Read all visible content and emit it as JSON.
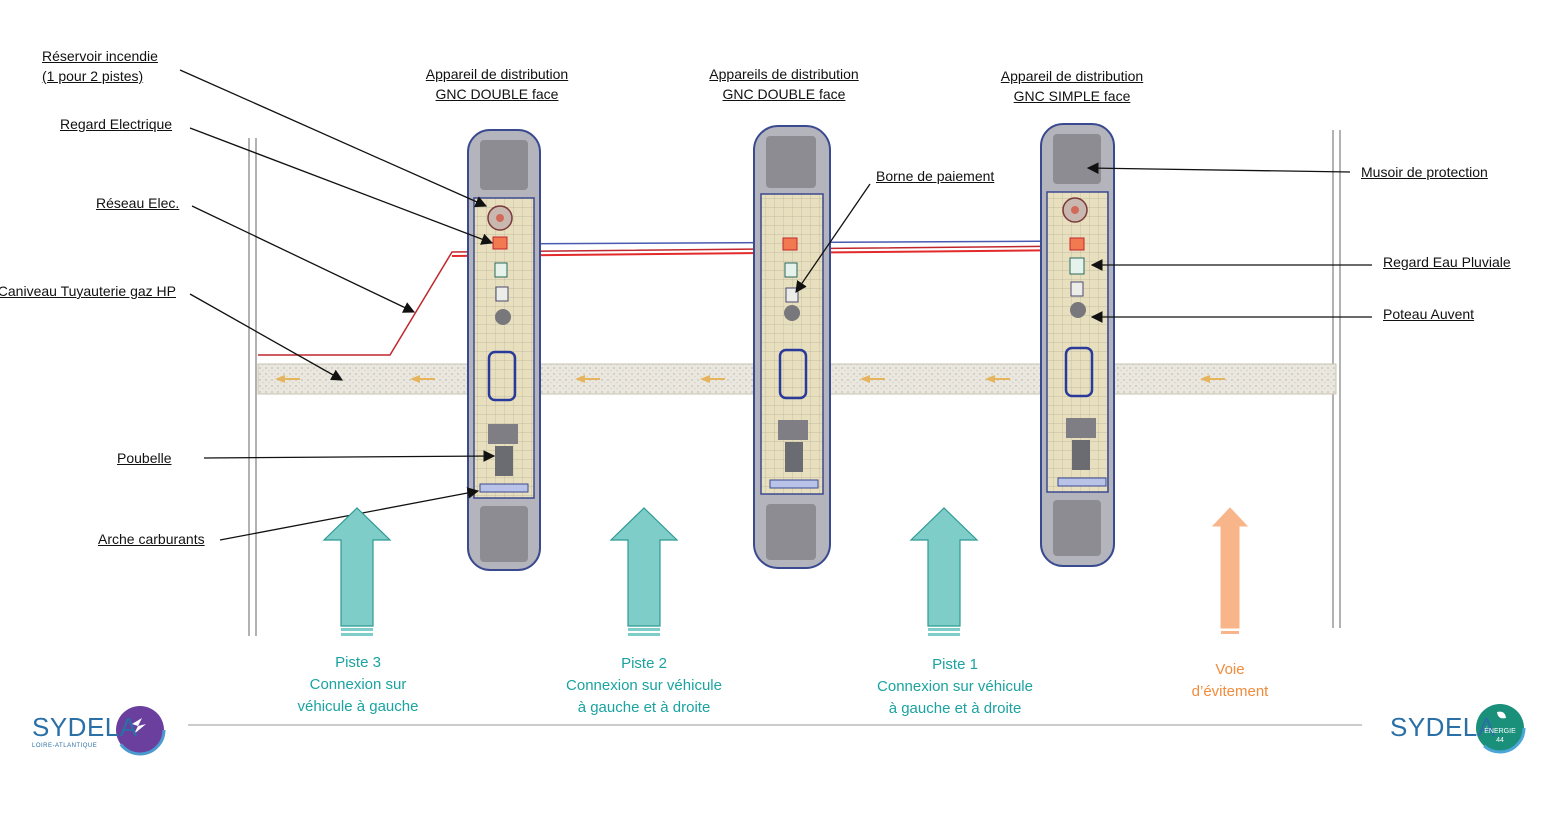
{
  "callouts_left": [
    {
      "text_line1": "Réservoir incendie",
      "text_line2": "(1 pour 2 pistes)"
    },
    {
      "text": "Regard Electrique"
    },
    {
      "text": "Réseau Elec."
    },
    {
      "text": "Caniveau Tuyauterie gaz HP"
    },
    {
      "text": "Poubelle"
    },
    {
      "text": "Arche carburants"
    }
  ],
  "callouts_right": [
    {
      "text": "Borne de paiement"
    },
    {
      "text": "Musoir de protection"
    },
    {
      "text": "Regard Eau Pluviale"
    },
    {
      "text": "Poteau Auvent"
    }
  ],
  "dispensers": [
    {
      "line1": "Appareil de distribution",
      "line2": "GNC DOUBLE face"
    },
    {
      "line1": "Appareils de distribution",
      "line2": "GNC DOUBLE face"
    },
    {
      "line1": "Appareil de distribution",
      "line2": "GNC SIMPLE face"
    }
  ],
  "lanes": [
    {
      "line1": "Piste 3",
      "line2": "Connexion sur",
      "line3": "véhicule à gauche",
      "color": "#1aa3a0"
    },
    {
      "line1": "Piste 2",
      "line2": "Connexion sur véhicule",
      "line3": "à gauche et à droite",
      "color": "#1aa3a0"
    },
    {
      "line1": "Piste 1",
      "line2": "Connexion sur véhicule",
      "line3": "à gauche et à droite",
      "color": "#1aa3a0"
    },
    {
      "line1": "Voie",
      "line2": "d’évitement",
      "color": "#f08c3c"
    }
  ],
  "logos": {
    "left": {
      "word": "SYDELA",
      "sub": "LOIRE-ATLANTIQUE"
    },
    "right": {
      "word": "SYDELA",
      "badge_line1": "ÉNERGIE",
      "badge_line2": "44"
    }
  },
  "colors": {
    "teal_arrow": "#7ecdc9",
    "orange_arrow": "#f9b58a",
    "island_fill": "#e6dcb8",
    "frame": "#3a4a90",
    "elec_line": "#e32a2a"
  }
}
